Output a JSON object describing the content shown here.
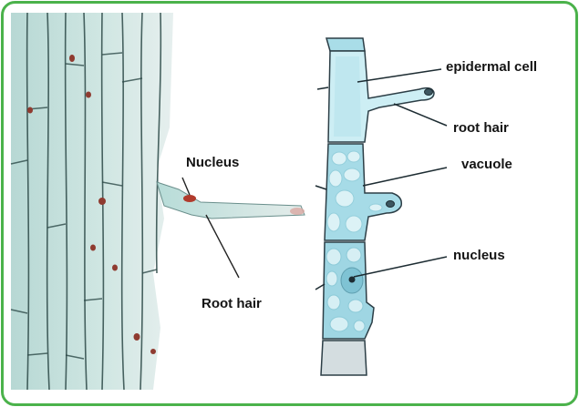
{
  "micrograph_labels": {
    "nucleus": "Nucleus",
    "root_hair": "Root hair"
  },
  "diagram_labels": {
    "epidermal_cell": "epidermal cell",
    "root_hair": "root hair",
    "vacuole": "vacuole",
    "nucleus": "nucleus"
  },
  "colors": {
    "frame_border": "#4bb24b",
    "cell_fill_light": "#cdeef4",
    "cell_fill_mid": "#a6dbe7",
    "cell_outline": "#2c3e46",
    "micrograph_bg": "#cfe3df",
    "nucleus_red": "#9a3a2e"
  }
}
